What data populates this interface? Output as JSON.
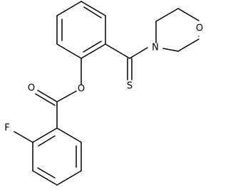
{
  "molecule": {
    "atoms": {
      "ring_oxygen": "O",
      "ester_oxygen": "O",
      "carbonyl_oxygen": "O",
      "nitrogen": "N",
      "sulfur": "S",
      "fluorine": "F"
    }
  }
}
